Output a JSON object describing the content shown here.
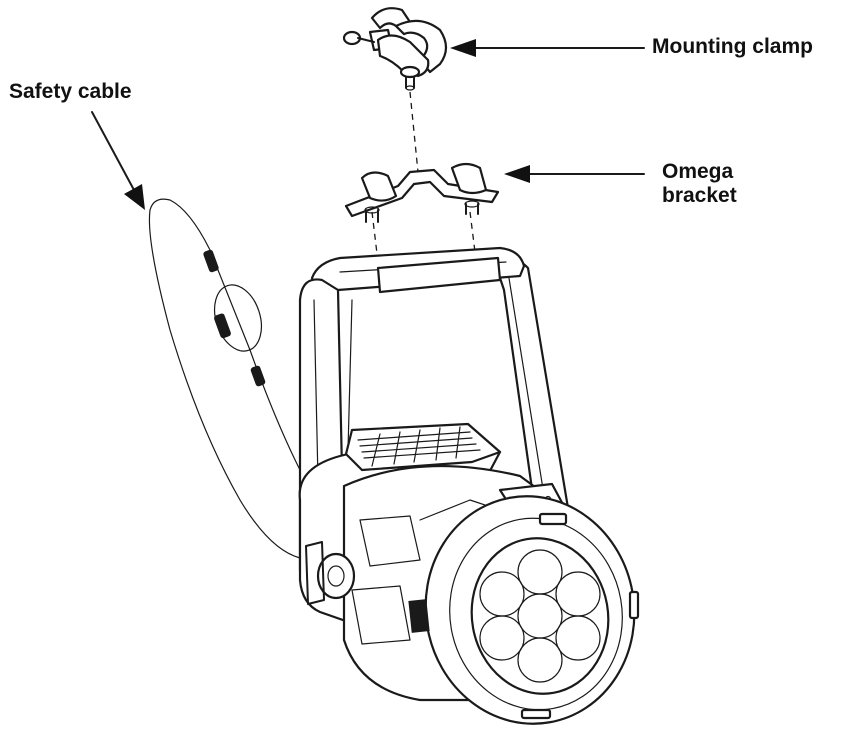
{
  "callouts": {
    "mounting_clamp": "Mounting clamp",
    "safety_cable": "Safety cable",
    "omega_bracket_line1": "Omega",
    "omega_bracket_line2": "bracket"
  },
  "colors": {
    "ink": "#111111",
    "background": "#ffffff"
  }
}
